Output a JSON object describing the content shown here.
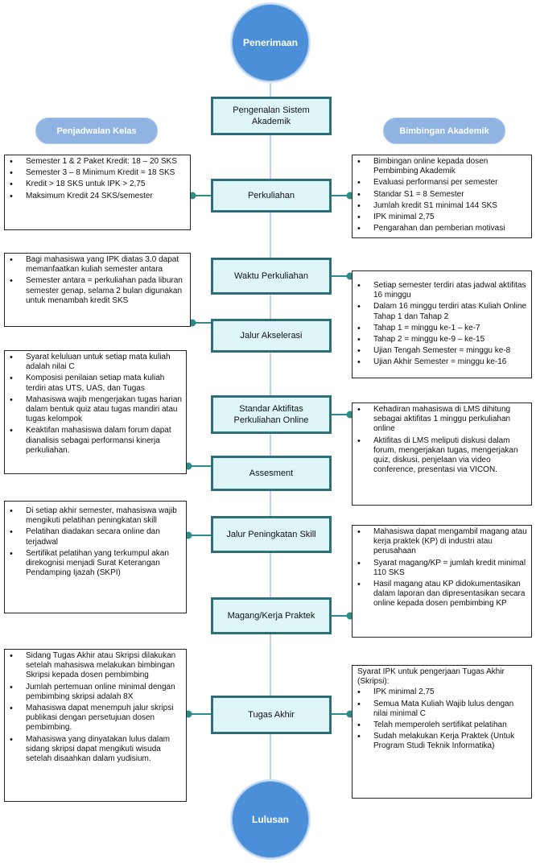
{
  "start": "Penerimaan",
  "end": "Lulusan",
  "headers": {
    "left": "Penjadwalan Kelas",
    "right": "Bimbingan Akademik"
  },
  "stages": [
    "Pengenalan Sistem Akademik",
    "Perkuliahan",
    "Waktu Perkuliahan",
    "Jalur Akselerasi",
    "Standar Aktifitas Perkuliahan Online",
    "Assesment",
    "Jalur Peningkatan Skill",
    "Magang/Kerja Praktek",
    "Tugas Akhir"
  ],
  "notes": {
    "left_perkuliahan": [
      "Semester 1 & 2 Paket Kredit: 18 – 20 SKS",
      "Semester 3 – 8 Minimum Kredit = 18 SKS",
      "Kredit > 18 SKS untuk IPK > 2,75",
      "Maksimum Kredit 24 SKS/semester"
    ],
    "right_perkuliahan": [
      "Bimbingan online kepada dosen Pembimbing Akademik",
      "Evaluasi performansi per semester",
      "Standar S1 = 8 Semester",
      "Jumlah kredit S1 minimal 144 SKS",
      "IPK minimal 2,75",
      "Pengarahan dan pemberian motivasi"
    ],
    "left_akselerasi": [
      "Bagi mahasiswa yang IPK diatas 3.0 dapat memanfaatkan kuliah semester antara",
      "Semester antara = perkuliahan pada liburan semester genap, selama 2 bulan digunakan untuk menambah kredit SKS"
    ],
    "right_waktu": [
      "Setiap semester terdiri atas jadwal aktifitas 16 minggu",
      "Dalam 16 minggu terdiri atas Kuliah Online Tahap 1 dan Tahap 2",
      "Tahap 1 = minggu ke-1 – ke-7",
      "Tahap 2 = minggu ke-9 – ke-15",
      "Ujian Tengah Semester = minggu ke-8",
      "Ujian Akhir Semester = minggu ke-16"
    ],
    "left_assesment": [
      "Syarat keluluan untuk setiap mata kuliah adalah nilai C",
      "Komposisi penilaian setiap mata kuliah terdiri atas UTS, UAS, dan Tugas",
      "Mahasiswa wajib mengerjakan tugas harian dalam bentuk quiz atau tugas mandiri atau tugas kelompok",
      "Keaktifan mahasiswa dalam forum dapat dianalisis sebagai performansi kinerja perkuliahan."
    ],
    "right_standar": [
      "Kehadiran mahasiswa di LMS dihitung sebagai aktifitas 1 minggu perkuliahan online",
      "Aktifitas di LMS meliputi diskusi dalam forum, mengerjakan tugas, mengerjakan quiz, diskusi, penjelaan via video conference, presentasi via VICON."
    ],
    "left_skill": [
      "Di setiap akhir semester, mahasiswa wajib mengikuti pelatihan peningkatan skill",
      "Pelatihan diadakan secara online dan terjadwal",
      "Sertifikat pelatihan yang terkumpul akan direkognisi menjadi Surat Keterangan Pendamping Ijazah (SKPI)"
    ],
    "right_magang": [
      "Mahasiswa dapat mengambil magang atau kerja praktek (KP) di industri atau perusahaan",
      "Syarat magang/KP = jumlah kredit minimal 110 SKS",
      "Hasil magang atau KP didokumentasikan dalam laporan dan dipresentasikan secara online kepada dosen pembimbing KP"
    ],
    "left_tugas_akhir": [
      "Sidang Tugas Akhir atau Skripsi dilakukan setelah mahasiswa melakukan bimbingan Skripsi kepada dosen pembimbing",
      "Jumlah pertemuan online minimal dengan pembimbing skripsi adalah 8X",
      "Mahasiswa dapat menempuh jalur skripsi publikasi dengan persetujuan dosen pembimbing.",
      "Mahasiswa yang dinyatakan lulus dalam sidang skripsi dapat mengikuti wisuda setelah disaahkan dalam yudisium."
    ],
    "right_tugas_akhir_intro": "Syarat IPK untuk pengerjaan Tugas Akhir (Skripsi):",
    "right_tugas_akhir": [
      "IPK minimal 2,75",
      "Semua Mata Kuliah Wajib lulus dengan nilai minimal C",
      "Telah memperoleh sertifikat pelatihan",
      "Sudah melakukan Kerja Praktek (Untuk Program Studi Teknik Informatika)"
    ]
  },
  "colors": {
    "circle": "#4a8fd8",
    "pill": "#8fb4e3",
    "stage_fill": "#dff6f8",
    "stage_border": "#2f6f7a",
    "connector": "#2e8b86",
    "spine": "#a9c4e0"
  }
}
